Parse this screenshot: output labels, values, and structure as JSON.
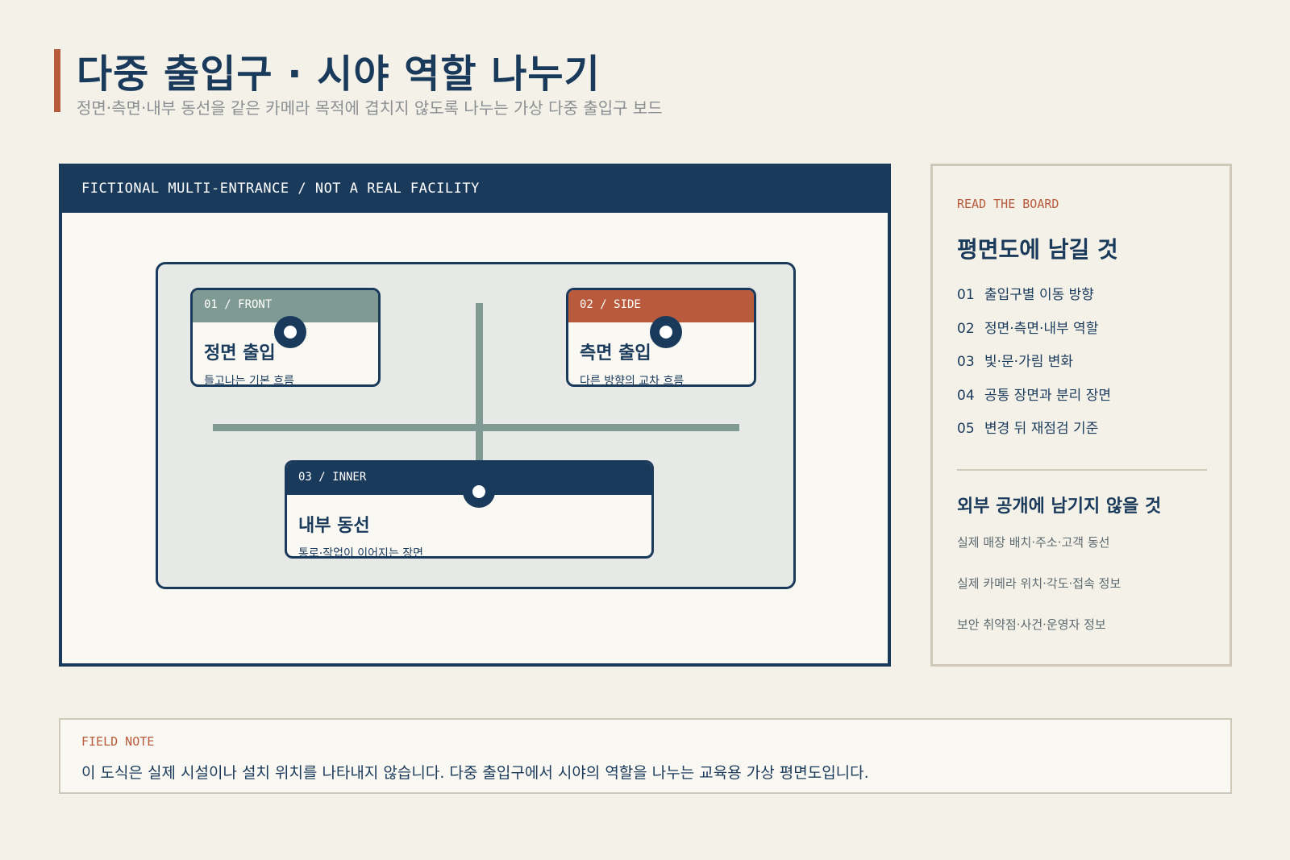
{
  "header": {
    "title": "다중 출입구 · 시야 역할 나누기",
    "subtitle": "정면·측면·내부 동선을 같은 카메라 목적에 겹치지 않도록 나누는 가상 다중 출입구 보드"
  },
  "board": {
    "header_label": "FICTIONAL MULTI-ENTRANCE / NOT A REAL FACILITY",
    "entrances": [
      {
        "tag": "01 / FRONT",
        "title": "정면 출입",
        "note": "들고나는 기본 흐름",
        "color": "#7f9a92"
      },
      {
        "tag": "02 / SIDE",
        "title": "측면 출입",
        "note": "다른 방향의 교차 흐름",
        "color": "#b85a3b"
      },
      {
        "tag": "03 / INNER",
        "title": "내부 동선",
        "note": "통로·작업이 이어지는 장면",
        "color": "#1a3a5c"
      }
    ]
  },
  "sidebar": {
    "eyebrow": "READ THE BOARD",
    "heading": "평면도에 남길 것",
    "keep_items": [
      {
        "num": "01",
        "text": "출입구별 이동 방향"
      },
      {
        "num": "02",
        "text": "정면·측면·내부 역할"
      },
      {
        "num": "03",
        "text": "빛·문·가림 변화"
      },
      {
        "num": "04",
        "text": "공통 장면과 분리 장면"
      },
      {
        "num": "05",
        "text": "변경 뒤 재점검 기준"
      }
    ],
    "heading2": "외부 공개에 남기지 않을 것",
    "omit_items": [
      "실제 매장 배치·주소·고객 동선",
      "실제 카메라 위치·각도·접속 정보",
      "보안 취약점·사건·운영자 정보"
    ]
  },
  "field_note": {
    "label": "FIELD NOTE",
    "text": "이 도식은 실제 시설이나 설치 위치를 나타내지 않습니다. 다중 출입구에서 시야의 역할을 나누는 교육용 가상 평면도입니다."
  },
  "colors": {
    "navy": "#1a3a5c",
    "rust": "#b85a3b",
    "sage": "#7f9a92",
    "background": "#f4f1e8"
  }
}
